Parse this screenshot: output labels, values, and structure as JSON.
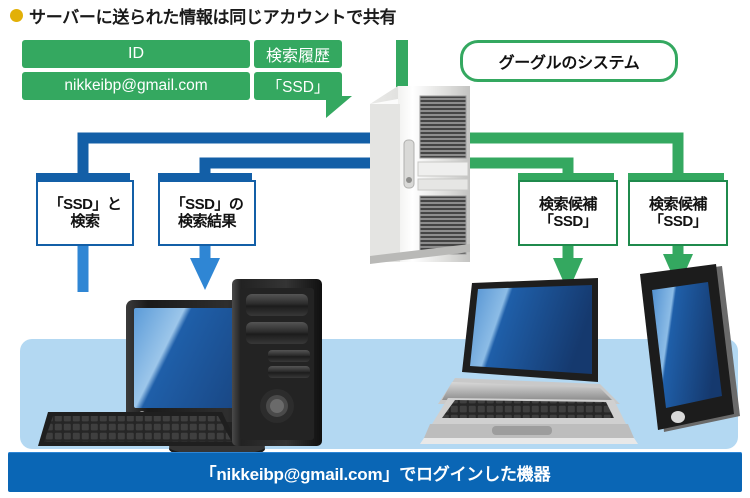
{
  "title": {
    "bullet_color": "#e2b007",
    "text": "サーバーに送られた情報は同じアカウントで共有"
  },
  "colors": {
    "green": "#34a860",
    "green_dark": "#1f8a4c",
    "blue": "#135fa7",
    "banner_blue": "#0a66b5",
    "panel_blue": "#b3d8f2",
    "screen_blue": "#1f5fa9"
  },
  "data_table": {
    "headers": [
      "ID",
      "検索履歴"
    ],
    "values": [
      "nikkeibp@gmail.com",
      "「SSD」"
    ]
  },
  "google_label": "グーグルのシステム",
  "callouts": {
    "search_query": {
      "line1": "「SSD」と",
      "line2": "検索"
    },
    "search_result": {
      "line1": "「SSD」の",
      "line2": "検索結果"
    },
    "suggestion_laptop": {
      "line1": "検索候補",
      "line2": "「SSD」"
    },
    "suggestion_tablet": {
      "line1": "検索候補",
      "line2": "「SSD」"
    }
  },
  "banner": {
    "text": "「nikkeibp@gmail.com」でログインした機器"
  },
  "devices": {
    "server": "server-tower",
    "desktop_monitor": "desktop-monitor",
    "desktop_keyboard": "desktop-keyboard",
    "desktop_tower": "desktop-tower",
    "laptop": "laptop",
    "tablet": "tablet"
  }
}
